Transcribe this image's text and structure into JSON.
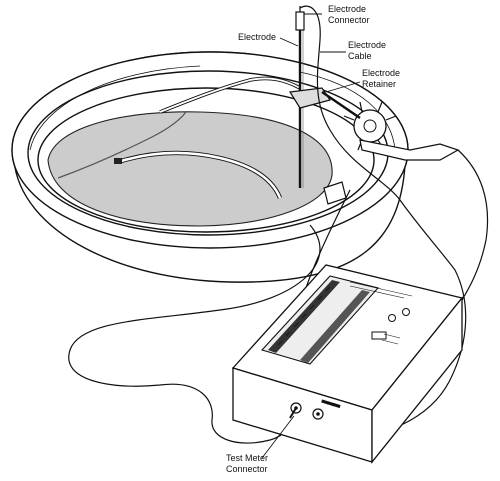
{
  "labels": {
    "electrode_connector_line1": "Electrode",
    "electrode_connector_line2": "Connector",
    "electrode": "Electrode",
    "electrode_cable_line1": "Electrode",
    "electrode_cable_line2": "Cable",
    "electrode_retainer_line1": "Electrode",
    "electrode_retainer_line2": "Retainer",
    "test_meter_connector_line1": "Test Meter",
    "test_meter_connector_line2": "Connector"
  }
}
